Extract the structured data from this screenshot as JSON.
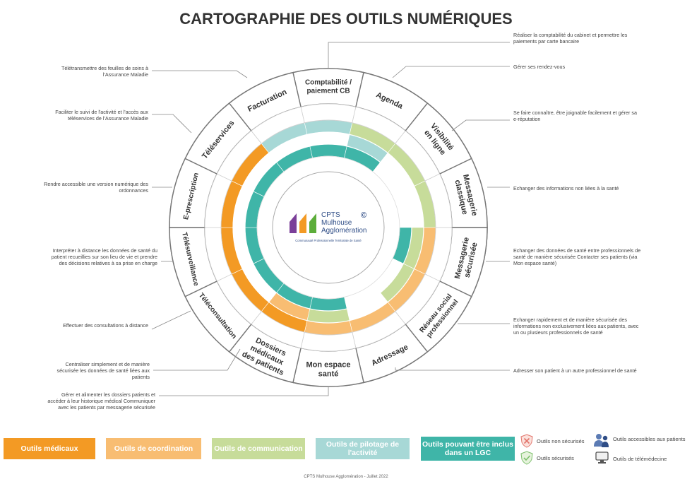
{
  "title": "CARTOGRAPHIE DES OUTILS NUMÉRIQUES",
  "colors": {
    "medical": "#f39a24",
    "coordination": "#f8bd72",
    "communication": "#c7dc9a",
    "pilotage": "#a7d8d6",
    "lgc": "#3fb5a8",
    "border": "#777777"
  },
  "categories": [
    {
      "id": "comptabilite",
      "lines": [
        "Comptabilité /",
        "paiement CB"
      ],
      "note": "Réaliser la comptabilité du cabinet et permettre les paiements par carte bancaire",
      "bands": [
        "pilotage"
      ],
      "inner": "lgc",
      "icons": [
        "secure-icon",
        "patient-icon"
      ]
    },
    {
      "id": "agenda",
      "lines": [
        "Agenda"
      ],
      "note": "Gérer ses rendez-vous",
      "bands": [
        "communication",
        "pilotage"
      ],
      "inner": "lgc",
      "icons": [
        "patient-icon"
      ]
    },
    {
      "id": "visibilite",
      "lines": [
        "Visibilité",
        "en ligne"
      ],
      "note": "Se faire connaître, être joignable facilement et gérer sa e-réputation",
      "bands": [
        "communication"
      ],
      "inner": "",
      "icons": [
        "unsecure-icon",
        "patient-icon"
      ]
    },
    {
      "id": "messagerie-classique",
      "lines": [
        "Messagerie",
        "classique"
      ],
      "note": "Echanger des informations non liées à la santé",
      "bands": [
        "communication"
      ],
      "inner": "",
      "icons": [
        "unsecure-icon"
      ]
    },
    {
      "id": "messagerie-securisee",
      "lines": [
        "Messagerie",
        "sécurisée"
      ],
      "note": "Echanger des données de santé entre professionnels de santé de manière sécurisée Contacter ses patients (via Mon espace santé)",
      "bands": [
        "coordination",
        "communication"
      ],
      "inner": "lgc",
      "icons": [
        "secure-icon"
      ]
    },
    {
      "id": "reseau-social",
      "lines": [
        "Réseau social",
        "professionnel"
      ],
      "note": "Echanger rapidement et de manière sécurisée des informations non exclusivement liées aux patients, avec un ou plusieurs professionnels de santé",
      "bands": [
        "coordination",
        "communication"
      ],
      "inner": "",
      "icons": [
        "secure-icon"
      ]
    },
    {
      "id": "adressage",
      "lines": [
        "Adressage"
      ],
      "note": "Adresser son patient à un autre professionnel de santé",
      "bands": [
        "coordination"
      ],
      "inner": "",
      "icons": [
        "secure-icon"
      ]
    },
    {
      "id": "mon-espace-sante",
      "lines": [
        "Mon espace",
        "santé"
      ],
      "note": "Gérer et alimenter les dossiers patients et accéder à leur historique médical Communiquer avec les patients par messagerie sécurisée",
      "bands": [
        "coordination",
        "communication"
      ],
      "inner": "lgc",
      "icons": [
        "secure-icon",
        "patient-icon"
      ]
    },
    {
      "id": "dossiers-medicaux",
      "lines": [
        "Dossiers",
        "médicaux",
        "des patients"
      ],
      "note": "Centraliser simplement et de manière sécurisée les données de santé liées aux patients",
      "bands": [
        "medical",
        "coordination"
      ],
      "inner": "lgc",
      "icons": [
        "secure-icon"
      ]
    },
    {
      "id": "teleconsultation",
      "lines": [
        "Téléconsultation"
      ],
      "note": "Effectuer des consultations à distance",
      "bands": [
        "medical"
      ],
      "inner": "lgc",
      "icons": [
        "patient-icon",
        "telemedicine-icon"
      ]
    },
    {
      "id": "telesurveillance",
      "lines": [
        "Télésurveillance"
      ],
      "note": "Interpréter à distance les données de santé du patient recueillies sur son lieu de vie et prendre des décisions relatives à sa prise en charge",
      "bands": [
        "medical"
      ],
      "inner": "lgc",
      "icons": [
        "patient-icon",
        "telemedicine-icon"
      ]
    },
    {
      "id": "e-prescription",
      "lines": [
        "E-prescription"
      ],
      "note": "Rendre accessible une version numérique des ordonnances",
      "bands": [
        "medical"
      ],
      "inner": "lgc",
      "icons": [
        "secure-icon"
      ]
    },
    {
      "id": "teleservices",
      "lines": [
        "Téléservices"
      ],
      "note": "Faciliter le suivi de l'activité et l'accès aux téléservices de l'Assurance Maladie",
      "bands": [
        "medical"
      ],
      "inner": "lgc",
      "icons": [
        "secure-icon"
      ]
    },
    {
      "id": "facturation",
      "lines": [
        "Facturation"
      ],
      "note": "Télétransmettre des feuilles de soins à l'Assurance Maladie",
      "bands": [
        "pilotage"
      ],
      "inner": "lgc",
      "icons": [
        "secure-icon"
      ]
    }
  ],
  "logo": {
    "lines": [
      "CPTS",
      "Mulhouse",
      "Agglomération"
    ],
    "symbol": "©",
    "subtitle": "Communauté Professionnelle Territoriale de Santé"
  },
  "legend": [
    {
      "key": "medical",
      "label": "Outils médicaux"
    },
    {
      "key": "coordination",
      "label": "Outils de coordination"
    },
    {
      "key": "communication",
      "label": "Outils de communication"
    },
    {
      "key": "pilotage",
      "label": "Outils de pilotage de l'activité"
    },
    {
      "key": "lgc",
      "label": "Outils pouvant être inclus dans un LGC"
    }
  ],
  "icon_keys": [
    {
      "icon": "unsecure-icon",
      "label": "Outils non sécurisés"
    },
    {
      "icon": "secure-icon",
      "label": "Outils sécurisés"
    },
    {
      "icon": "patient-icon",
      "label": "Outils accessibles aux patients"
    },
    {
      "icon": "telemedicine-icon",
      "label": "Outils de télémédecine"
    }
  ],
  "footer": "CPTS Mulhouse Agglomération - Juillet 2022"
}
